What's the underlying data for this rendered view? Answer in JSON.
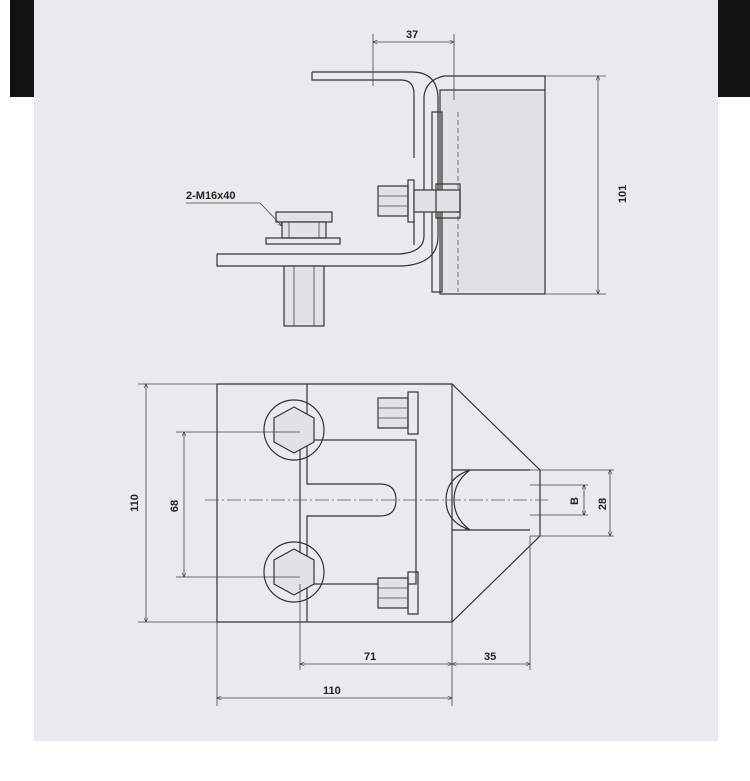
{
  "labels": {
    "bolt_callout": "2-M16x40",
    "dim_37": "37",
    "dim_101": "101",
    "dim_110_vertical": "110",
    "dim_68": "68",
    "dim_B": "B",
    "dim_28": "28",
    "dim_71": "71",
    "dim_35": "35",
    "dim_110_horizontal": "110"
  }
}
